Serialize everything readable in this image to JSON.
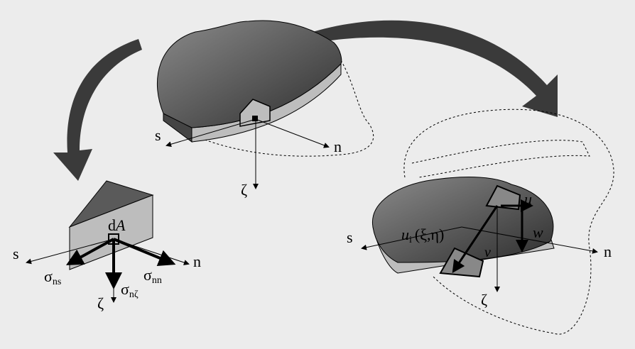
{
  "top": {
    "s": "s",
    "n": "n",
    "zeta": "ζ"
  },
  "left": {
    "s": "s",
    "dA_d": "d",
    "dA_A": "A",
    "n": "n",
    "sigma": "σ",
    "sub_ns": "ns",
    "sub_nzeta": "nζ",
    "sub_nn": "nn",
    "zeta": "ζ"
  },
  "right": {
    "u": "u",
    "s": "s",
    "ui_u": "u",
    "ui_sub": "i",
    "ui_args": "(ξ,η)",
    "w": "w",
    "v": "v",
    "n": "n",
    "zeta": "ζ"
  },
  "colors": {
    "background": "#ececec",
    "body_dark": "#555555",
    "body_side": "#bdbdbd",
    "arrow": "#3a3a3a"
  }
}
